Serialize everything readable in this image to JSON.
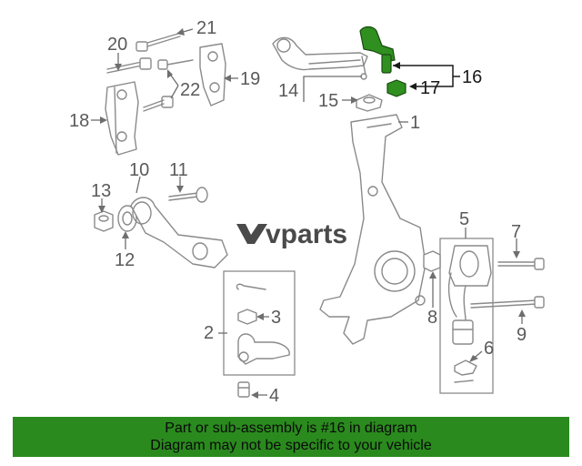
{
  "watermark": {
    "text": "vparts"
  },
  "callouts": {
    "n1": "1",
    "n2": "2",
    "n3": "3",
    "n4": "4",
    "n5": "5",
    "n6": "6",
    "n7": "7",
    "n8": "8",
    "n9": "9",
    "n10": "10",
    "n11": "11",
    "n12": "12",
    "n13": "13",
    "n14": "14",
    "n15": "15",
    "n16": "16",
    "n17": "17",
    "n18": "18",
    "n19": "19",
    "n20": "20",
    "n21": "21",
    "n22": "22"
  },
  "banner": {
    "line1": "Part or sub-assembly is #16 in diagram",
    "line2": "Diagram may not be specific to your vehicle"
  },
  "colors": {
    "highlight": "#2f8f1f",
    "banner_bg": "#2a8a1e",
    "line_art": "#8a8a8a"
  }
}
